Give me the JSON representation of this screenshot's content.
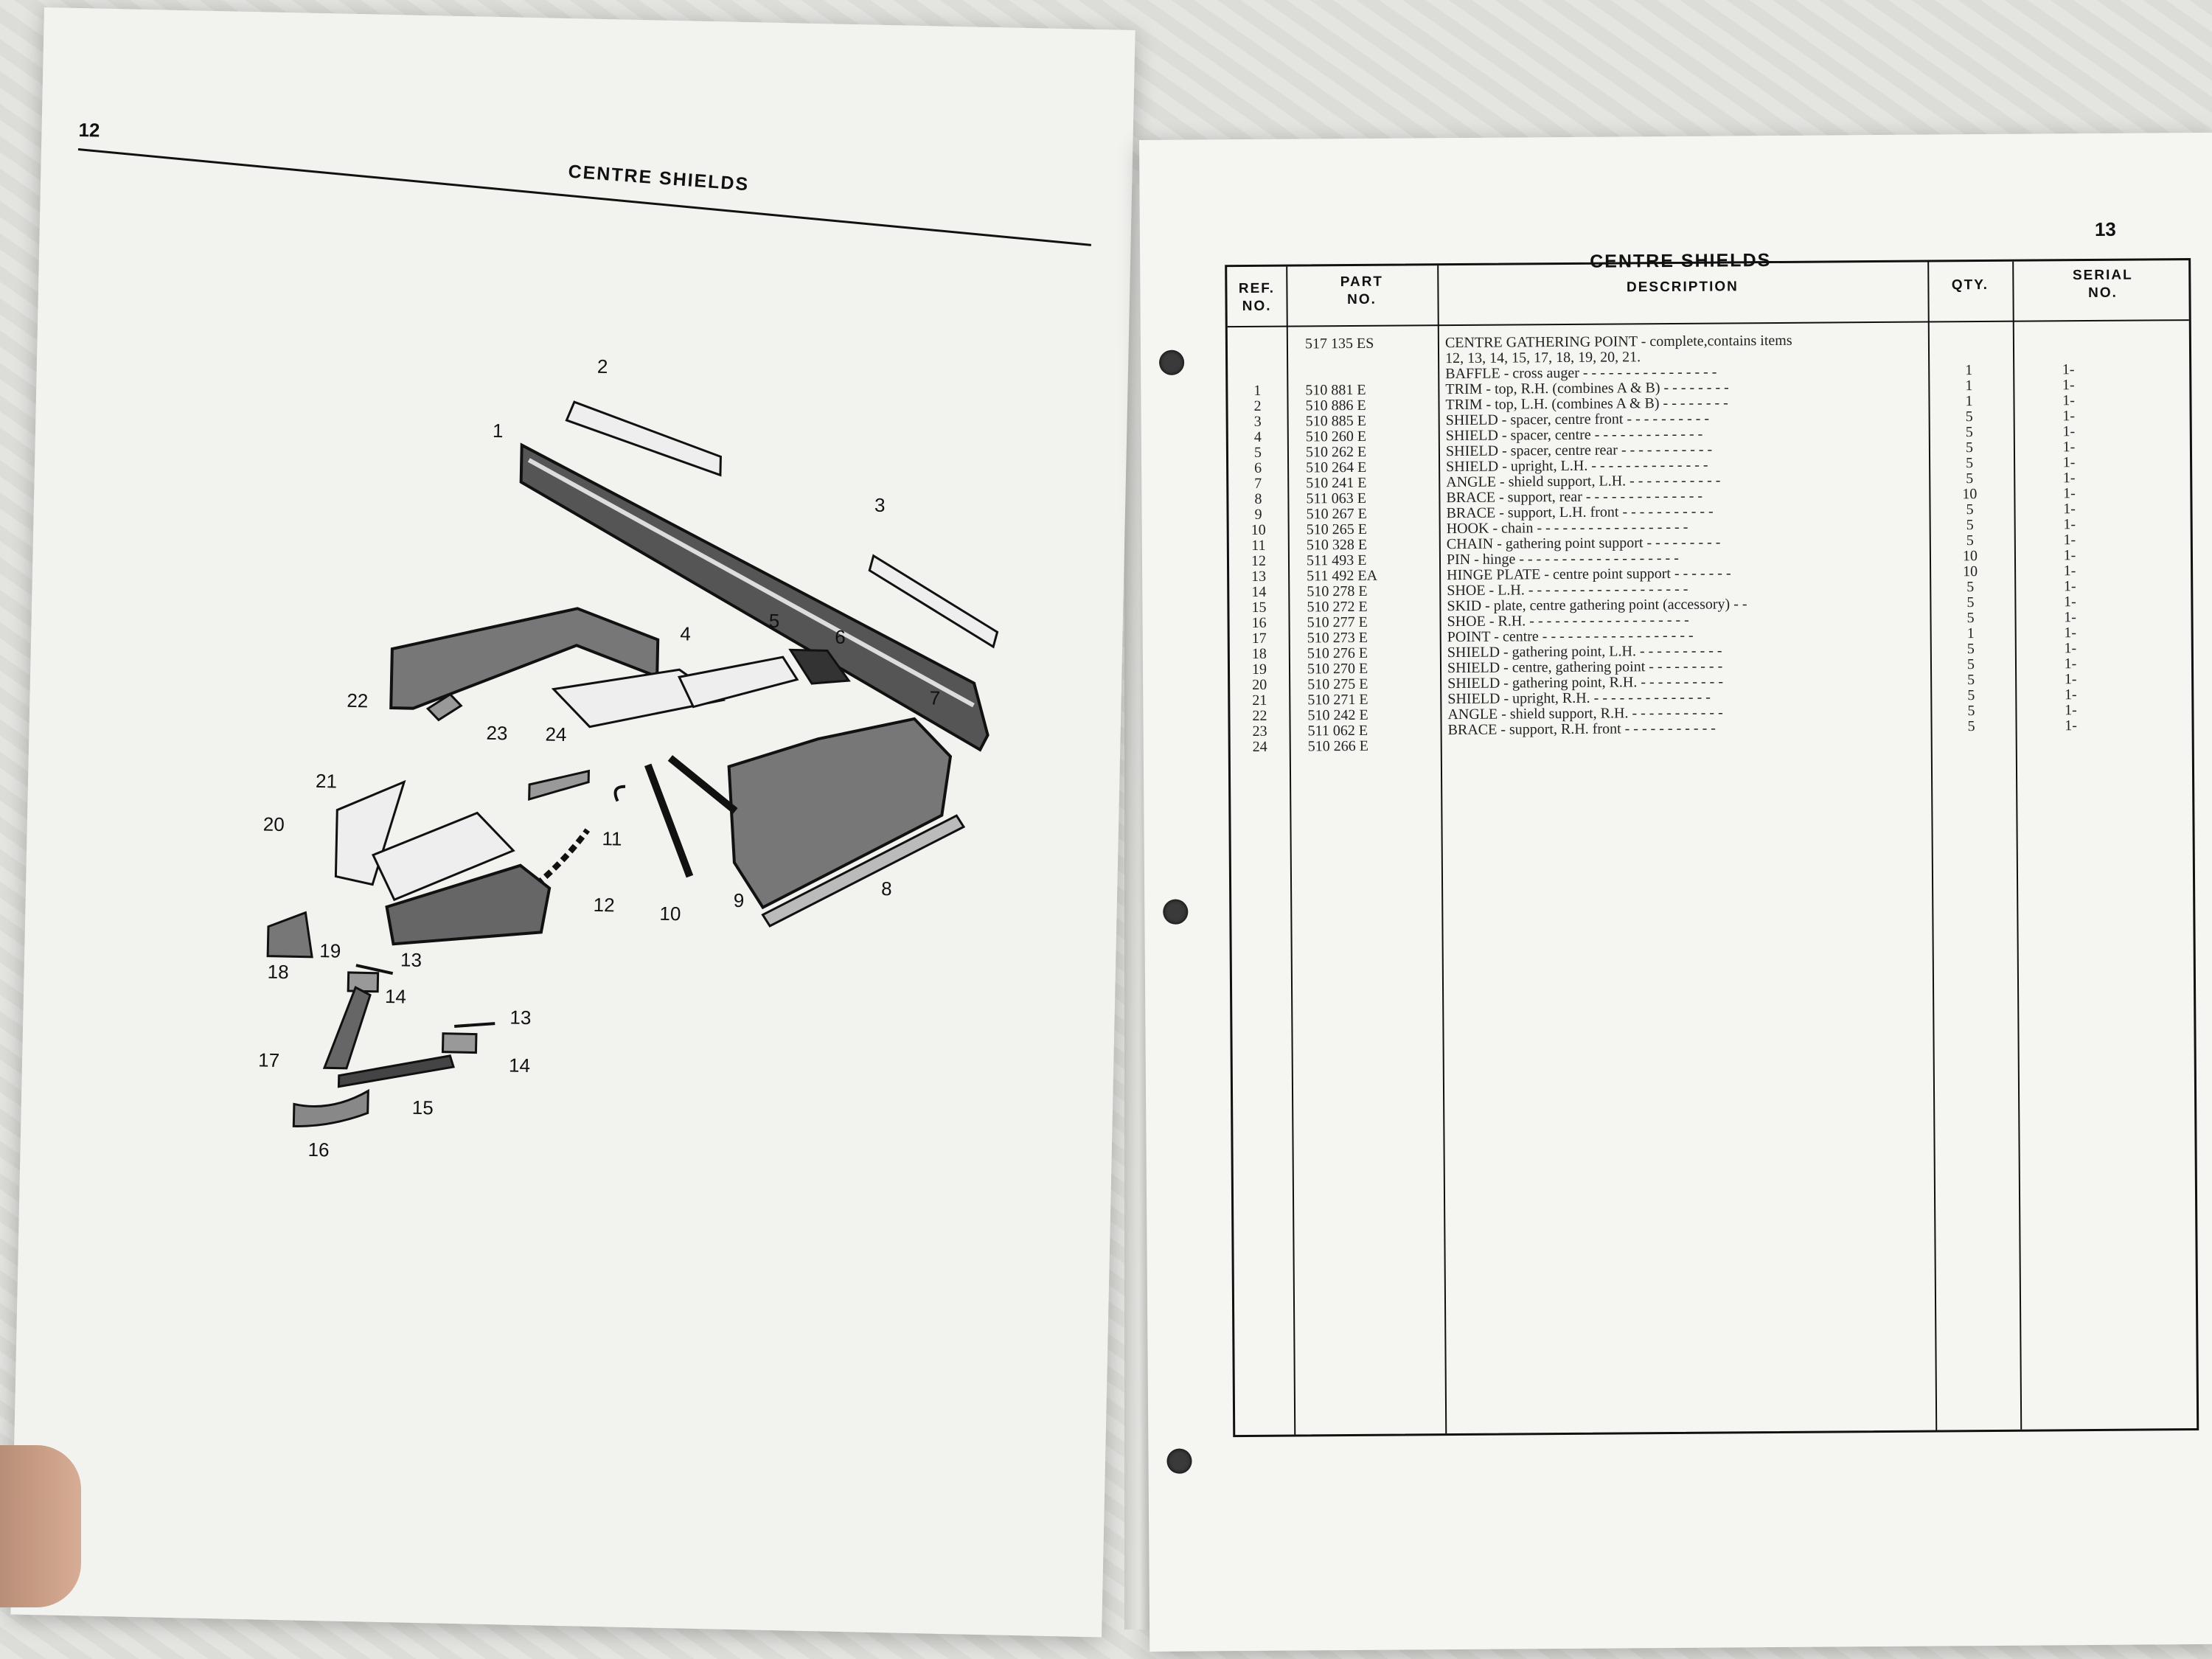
{
  "left_page": {
    "page_number": "12",
    "heading": "CENTRE SHIELDS",
    "callouts": [
      "1",
      "2",
      "3",
      "4",
      "5",
      "6",
      "7",
      "8",
      "9",
      "10",
      "11",
      "12",
      "13",
      "14",
      "15",
      "16",
      "17",
      "18",
      "19",
      "20",
      "21",
      "22",
      "23",
      "24",
      "13",
      "14"
    ]
  },
  "right_page": {
    "page_number": "13",
    "heading": "CENTRE SHIELDS",
    "table": {
      "headers": {
        "ref": [
          "REF.",
          "NO."
        ],
        "part": [
          "PART",
          "NO."
        ],
        "description": "DESCRIPTION",
        "qty": "QTY.",
        "serial": [
          "SERIAL",
          "NO."
        ]
      },
      "rows": [
        {
          "ref": "",
          "part": "517 135 ES",
          "desc": "CENTRE GATHERING POINT - complete,contains items",
          "qty": "",
          "serial": ""
        },
        {
          "ref": "",
          "part": "",
          "desc": "  12, 13, 14, 15, 17, 18, 19, 20, 21.",
          "qty": "",
          "serial": ""
        },
        {
          "ref": "",
          "part": "",
          "desc": "BAFFLE - cross auger - - - - - - - - - - - - - - - -",
          "qty": "1",
          "serial": "1-"
        },
        {
          "ref": "1",
          "part": "510 881 E",
          "desc": "TRIM - top, R.H. (combines A & B) - - - - - - - -",
          "qty": "1",
          "serial": "1-"
        },
        {
          "ref": "2",
          "part": "510 886 E",
          "desc": "TRIM - top, L.H. (combines A & B) - - - - - - - -",
          "qty": "1",
          "serial": "1-"
        },
        {
          "ref": "3",
          "part": "510 885 E",
          "desc": "SHIELD - spacer, centre front - - - - - - - - - -",
          "qty": "5",
          "serial": "1-"
        },
        {
          "ref": "4",
          "part": "510 260 E",
          "desc": "SHIELD - spacer, centre - - - - - - - - - - - - -",
          "qty": "5",
          "serial": "1-"
        },
        {
          "ref": "5",
          "part": "510 262 E",
          "desc": "SHIELD - spacer, centre rear - - - - - - - - - - -",
          "qty": "5",
          "serial": "1-"
        },
        {
          "ref": "6",
          "part": "510 264 E",
          "desc": "SHIELD - upright, L.H. - - - - - - - - - - - - - -",
          "qty": "5",
          "serial": "1-"
        },
        {
          "ref": "7",
          "part": "510 241 E",
          "desc": "ANGLE - shield support, L.H. - - - - - - - - - - -",
          "qty": "5",
          "serial": "1-"
        },
        {
          "ref": "8",
          "part": "511 063 E",
          "desc": "BRACE - support, rear - - - - - - - - - - - - - -",
          "qty": "10",
          "serial": "1-"
        },
        {
          "ref": "9",
          "part": "510 267 E",
          "desc": "BRACE - support, L.H. front - - - - - - - - - - -",
          "qty": "5",
          "serial": "1-"
        },
        {
          "ref": "10",
          "part": "510 265 E",
          "desc": "HOOK - chain - - - - - - - - - - - - - - - - - -",
          "qty": "5",
          "serial": "1-"
        },
        {
          "ref": "11",
          "part": "510 328 E",
          "desc": "CHAIN - gathering point support - - - - - - - - -",
          "qty": "5",
          "serial": "1-"
        },
        {
          "ref": "12",
          "part": "511 493 E",
          "desc": "PIN - hinge - - - - - - - - - - - - - - - - - - -",
          "qty": "10",
          "serial": "1-"
        },
        {
          "ref": "13",
          "part": "511 492 EA",
          "desc": "HINGE PLATE - centre point support - - - - - - -",
          "qty": "10",
          "serial": "1-"
        },
        {
          "ref": "14",
          "part": "510 278 E",
          "desc": "SHOE - L.H. - - - - - - - - - - - - - - - - - - -",
          "qty": "5",
          "serial": "1-"
        },
        {
          "ref": "15",
          "part": "510 272 E",
          "desc": "SKID - plate, centre gathering point (accessory) - -",
          "qty": "5",
          "serial": "1-"
        },
        {
          "ref": "16",
          "part": "510 277 E",
          "desc": "SHOE - R.H. - - - - - - - - - - - - - - - - - - -",
          "qty": "5",
          "serial": "1-"
        },
        {
          "ref": "17",
          "part": "510 273 E",
          "desc": "POINT - centre - - - - - - - - - - - - - - - - - -",
          "qty": "1",
          "serial": "1-"
        },
        {
          "ref": "18",
          "part": "510 276 E",
          "desc": "SHIELD - gathering point, L.H. - - - - - - - - - -",
          "qty": "5",
          "serial": "1-"
        },
        {
          "ref": "19",
          "part": "510 270 E",
          "desc": "SHIELD - centre, gathering point - - - - - - - - -",
          "qty": "5",
          "serial": "1-"
        },
        {
          "ref": "20",
          "part": "510 275 E",
          "desc": "SHIELD - gathering point, R.H. - - - - - - - - - -",
          "qty": "5",
          "serial": "1-"
        },
        {
          "ref": "21",
          "part": "510 271 E",
          "desc": "SHIELD - upright, R.H. - - - - - - - - - - - - - -",
          "qty": "5",
          "serial": "1-"
        },
        {
          "ref": "22",
          "part": "510 242 E",
          "desc": "ANGLE - shield support, R.H. - - - - - - - - - - -",
          "qty": "5",
          "serial": "1-"
        },
        {
          "ref": "23",
          "part": "511 062 E",
          "desc": "BRACE - support, R.H. front - - - - - - - - - - -",
          "qty": "5",
          "serial": "1-"
        },
        {
          "ref": "24",
          "part": "510 266 E",
          "desc": "",
          "qty": "",
          "serial": ""
        }
      ]
    }
  }
}
